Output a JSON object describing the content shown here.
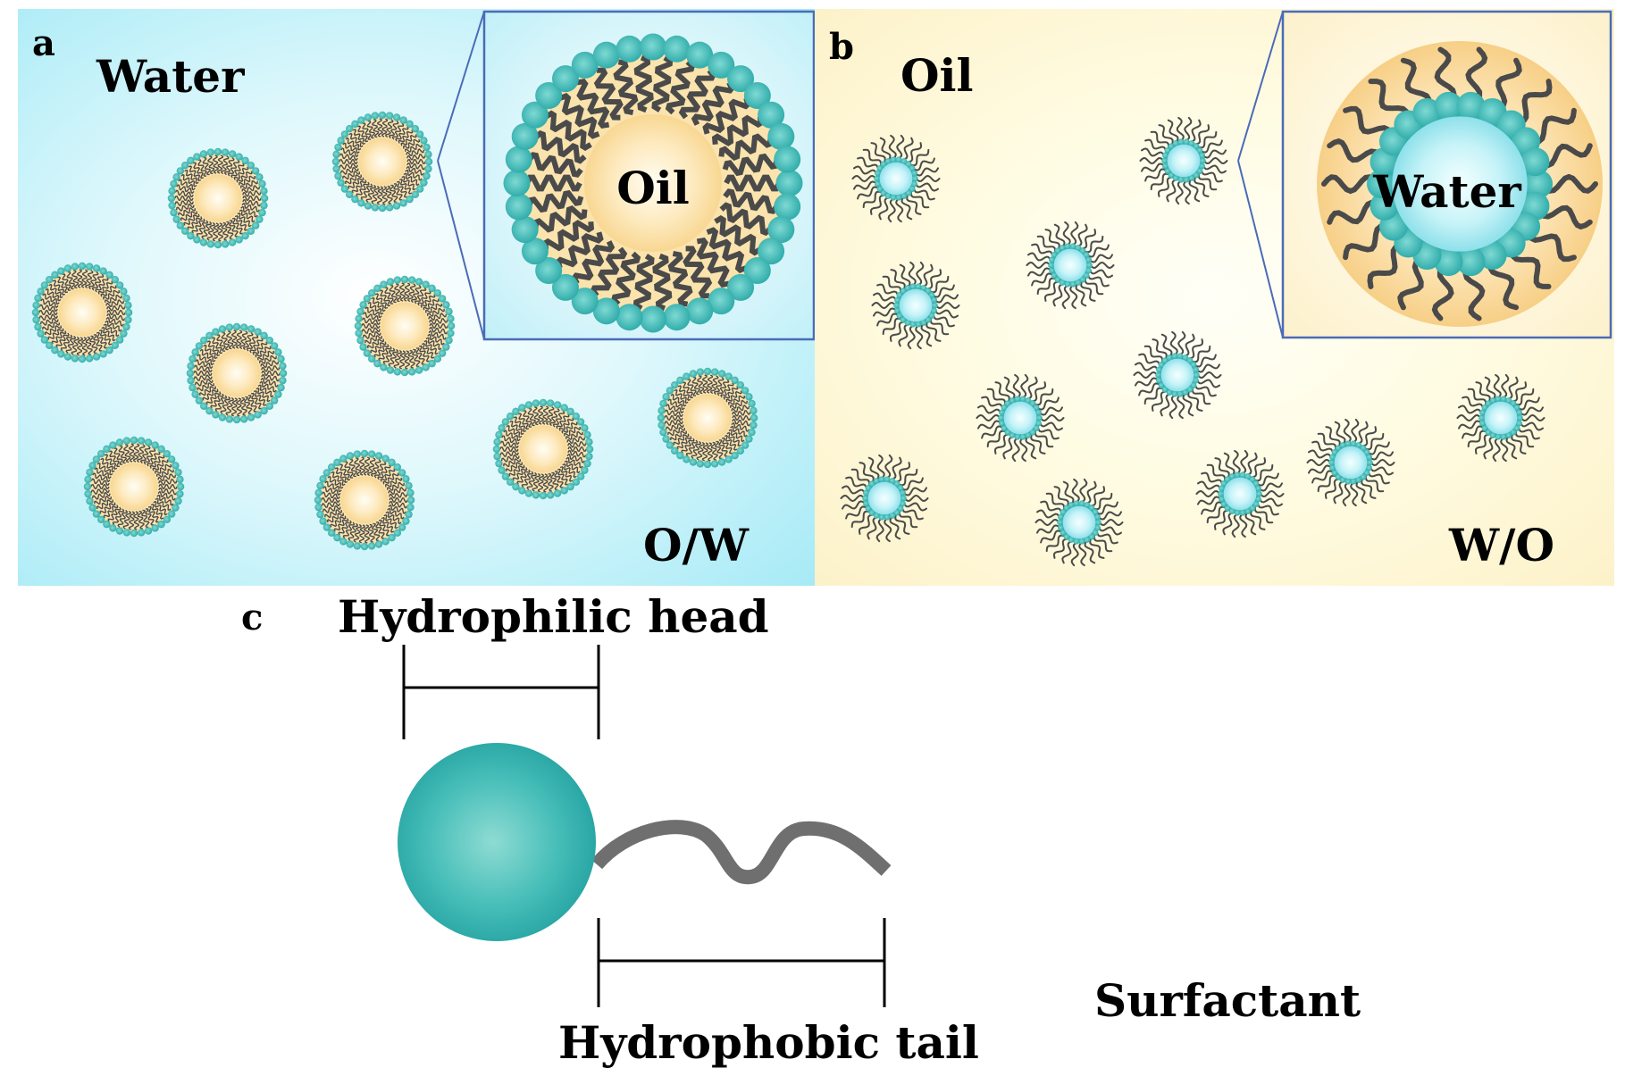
{
  "panels": {
    "a": {
      "letter": "a",
      "medium_label": "Water",
      "inset_core_label": "Oil",
      "type_label": "O/W",
      "colors": {
        "background_edge": "#a5eaf6",
        "background_center": "#ffffff",
        "core": "#fce6b4",
        "head": "#2fb3b0"
      }
    },
    "b": {
      "letter": "b",
      "medium_label": "Oil",
      "inset_core_label": "Water",
      "type_label": "W/O",
      "colors": {
        "background_edge": "#fcf0c6",
        "background_center": "#fffff7",
        "core": "#c4f3f7",
        "head": "#2fb3b0"
      }
    },
    "c": {
      "letter": "c",
      "head_label": "Hydrophilic head",
      "tail_label": "Hydrophobic tail",
      "caption": "Surfactant",
      "colors": {
        "head": "#3ab8b3",
        "tail": "#6f6f6f"
      }
    }
  },
  "icons": {
    "oil_in_water_droplet": "micelle-icon",
    "water_in_oil_droplet": "reverse-micelle-icon",
    "surfactant": "surfactant-molecule-icon"
  }
}
